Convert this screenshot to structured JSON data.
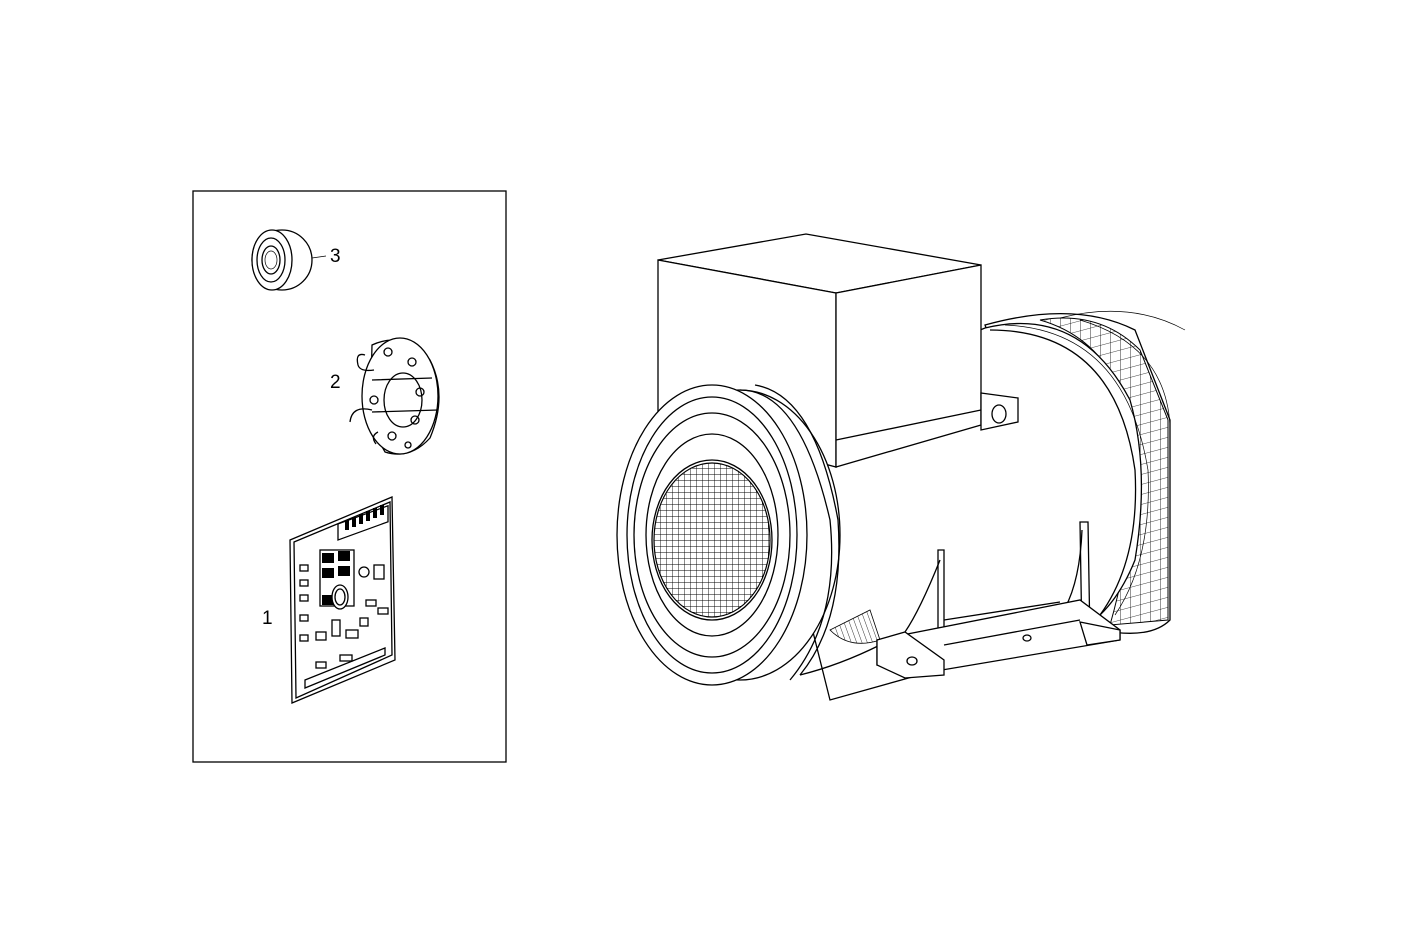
{
  "diagram": {
    "parts": [
      {
        "callout": "3",
        "part": "bearing"
      },
      {
        "callout": "2",
        "part": "rectifier-diode-bridge"
      },
      {
        "callout": "1",
        "part": "voltage-regulator-board"
      }
    ],
    "assembly": "alternator",
    "line_color": "#000000",
    "background": "#ffffff"
  }
}
